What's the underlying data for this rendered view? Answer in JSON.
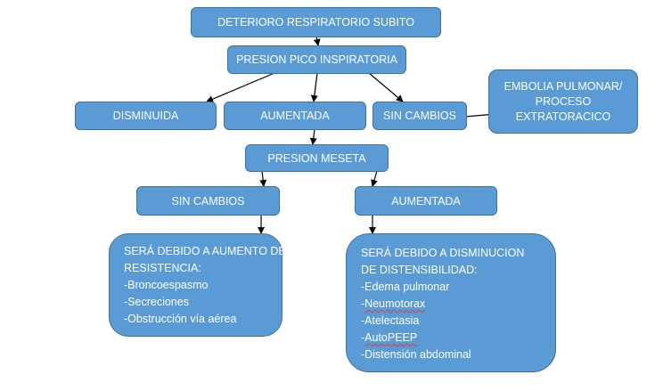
{
  "nodes": {
    "top": "DETERIORO RESPIRATORIO SUBITO",
    "peak": "PRESION PICO INSPIRATORIA",
    "decreased": "DISMINUIDA",
    "increased": "AUMENTADA",
    "no_change": "SIN CAMBIOS",
    "embolia": [
      "EMBOLIA PULMONAR/",
      "PROCESO",
      "EXTRATORACICO"
    ],
    "plateau": "PRESION MESETA",
    "plateau_no_change": "SIN CAMBIOS",
    "plateau_increased": "AUMENTADA"
  },
  "resistance_box": {
    "heading_1": "SERÁ DEBIDO A AUMENTO DE",
    "heading_2": "RESISTENCIA:",
    "items": [
      "-Broncoespasmo",
      "-Secreciones",
      "-Obstrucción vía aérea"
    ]
  },
  "compliance_box": {
    "heading_1": "SERÁ DEBIDO A DISMINUCION",
    "heading_2": "DE DISTENSIBILIDAD:",
    "items": [
      {
        "prefix": "-",
        "text": "Edema pulmonar",
        "spell": false
      },
      {
        "prefix": "-",
        "text": "Neumotorax",
        "spell": true
      },
      {
        "prefix": "-",
        "text": "Atelectasia",
        "spell": false
      },
      {
        "prefix": "-",
        "text": "AutoPEEP",
        "spell": true
      },
      {
        "prefix": "-",
        "text": "Distensión abdominal",
        "spell": false
      }
    ]
  },
  "colors": {
    "box_fill": "#5b9bd5",
    "box_border": "#41719c",
    "text": "#ffffff",
    "spellcheck": "#e03a3a"
  }
}
